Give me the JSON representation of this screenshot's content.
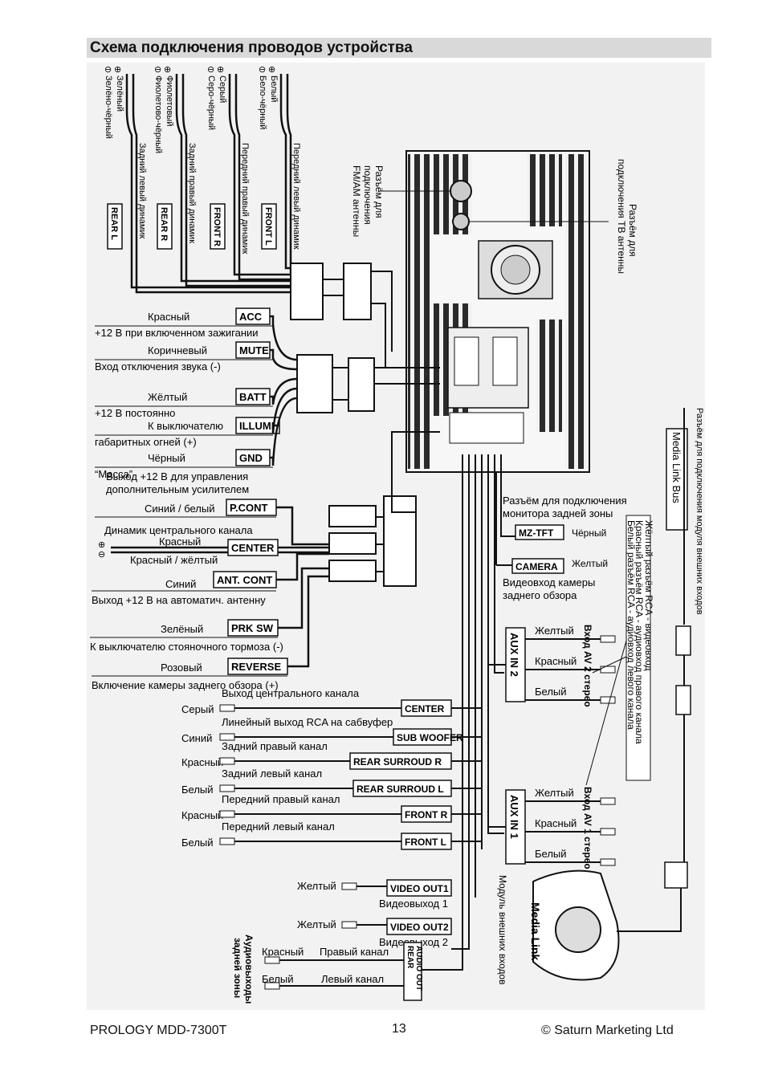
{
  "header": {
    "title": "Схема подключения проводов устройства"
  },
  "speakers": [
    {
      "tag": "REAR L",
      "minus": "Зелёно-чёрный",
      "plus": "Зелёный",
      "desc": "Задний левый динамик"
    },
    {
      "tag": "REAR R",
      "minus": "Фиолетово-чёрный",
      "plus": "Фиолетовый",
      "desc": "Задний правый динамик"
    },
    {
      "tag": "FRONT R",
      "minus": "Серо-чёрный",
      "plus": "Серый",
      "desc": "Передний правый динамик"
    },
    {
      "tag": "FRONT L",
      "minus": "Бело-чёрный",
      "plus": "Белый",
      "desc": "Передний левый динамик"
    }
  ],
  "polarity": {
    "minus": "⊖",
    "plus": "⊕"
  },
  "unit": {
    "fm_antenna": [
      "Разъём для",
      "подключения",
      "FM/AM антенны"
    ],
    "tv_antenna": [
      "Разъём для",
      "подключения ТВ антенны"
    ]
  },
  "power": [
    {
      "tag": "ACC",
      "color": "Красный",
      "desc": "+12 В при включенном зажигании"
    },
    {
      "tag": "MUTE",
      "color": "Коричневый",
      "desc": "Вход отключения звука (-)"
    },
    {
      "tag": "BATT",
      "color": "Жёлтый",
      "desc": "+12 В постоянно"
    },
    {
      "tag": "ILLUMI",
      "color": "К выключателю",
      "desc": "габаритных огней (+)"
    },
    {
      "tag": "GND",
      "color": "Чёрный",
      "desc": "“Масса”"
    }
  ],
  "control": {
    "pcont": {
      "tag": "P.CONT",
      "color": "Синий / белый",
      "desc": [
        "Выход +12 В для управления",
        "дополнительным усилителем"
      ]
    },
    "center": {
      "tag": "CENTER",
      "title": "Динамик центрального канала",
      "plus": "Красный",
      "minus": "Красный / жёлтый"
    },
    "antcont": {
      "tag": "ANT. CONT",
      "color": "Синий",
      "desc": "Выход +12 В на автоматич. антенну"
    },
    "prksw": {
      "tag": "PRK SW",
      "color": "Зелёный",
      "desc": "К выключателю стояночного тормоза (-)"
    },
    "reverse": {
      "tag": "REVERSE",
      "color": "Розовый",
      "desc": "Включение камеры заднего обзора (+)"
    }
  },
  "rca": [
    {
      "tag": "CENTER",
      "color": "Серый",
      "desc": "Выход центрального канала"
    },
    {
      "tag": "SUB WOOFER",
      "color": "Синий",
      "desc": "Линейный выход RCA на сабвуфер"
    },
    {
      "tag": "REAR SURROUD R",
      "color": "Красный",
      "desc": "Задний правый канал"
    },
    {
      "tag": "REAR SURROUD L",
      "color": "Белый",
      "desc": "Задний левый канал"
    },
    {
      "tag": "FRONT R",
      "color": "Красный",
      "desc": "Передний правый канал"
    },
    {
      "tag": "FRONT L",
      "color": "Белый",
      "desc": "Передний левый канал"
    }
  ],
  "video_out": [
    {
      "tag": "VIDEO OUT1",
      "color": "Желтый",
      "desc": "Видеовыход 1"
    },
    {
      "tag": "VIDEO OUT2",
      "color": "Желтый",
      "desc": "Видеовыход 2"
    }
  ],
  "rear_audio": {
    "tag": [
      "REAR",
      "AUDIO OUT"
    ],
    "side_label": [
      "Аудиовыходы",
      "задней зоны"
    ],
    "right": {
      "color": "Красный",
      "desc": "Правый канал"
    },
    "left": {
      "color": "Белый",
      "desc": "Левый канал"
    }
  },
  "monitor": {
    "desc": [
      "Разъём для подключения",
      "монитора задней зоны"
    ],
    "tag": "MZ-TFT",
    "color": "Чёрный"
  },
  "camera": {
    "tag": "CAMERA",
    "color": "Желтый",
    "desc": [
      "Видеовход камеры",
      "заднего обзора"
    ]
  },
  "aux2": {
    "tag": "AUX IN 2",
    "side": "Вход AV 2 стерео",
    "colors": [
      "Желтый",
      "Красный",
      "Белый"
    ]
  },
  "aux1": {
    "tag": "AUX IN 1",
    "side": "Вход AV 1 стерео",
    "colors": [
      "Желтый",
      "Красный",
      "Белый"
    ]
  },
  "rca_legend": [
    "Жёлтый разъём RCA  - видеовход",
    "Красный разъём RCA - аудиовход правого канала",
    "Белый разъём RCA    - аудиовход левого канала"
  ],
  "media_link": {
    "bus": "Media Link Bus",
    "bus_desc": "Разъём для подключения модуля внешних входов",
    "box": "Media Link",
    "module": "Модуль внешних входов"
  },
  "footer": {
    "left": "PROLOGY MDD-7300T",
    "page": "13",
    "right": "© Saturn Marketing Ltd"
  }
}
